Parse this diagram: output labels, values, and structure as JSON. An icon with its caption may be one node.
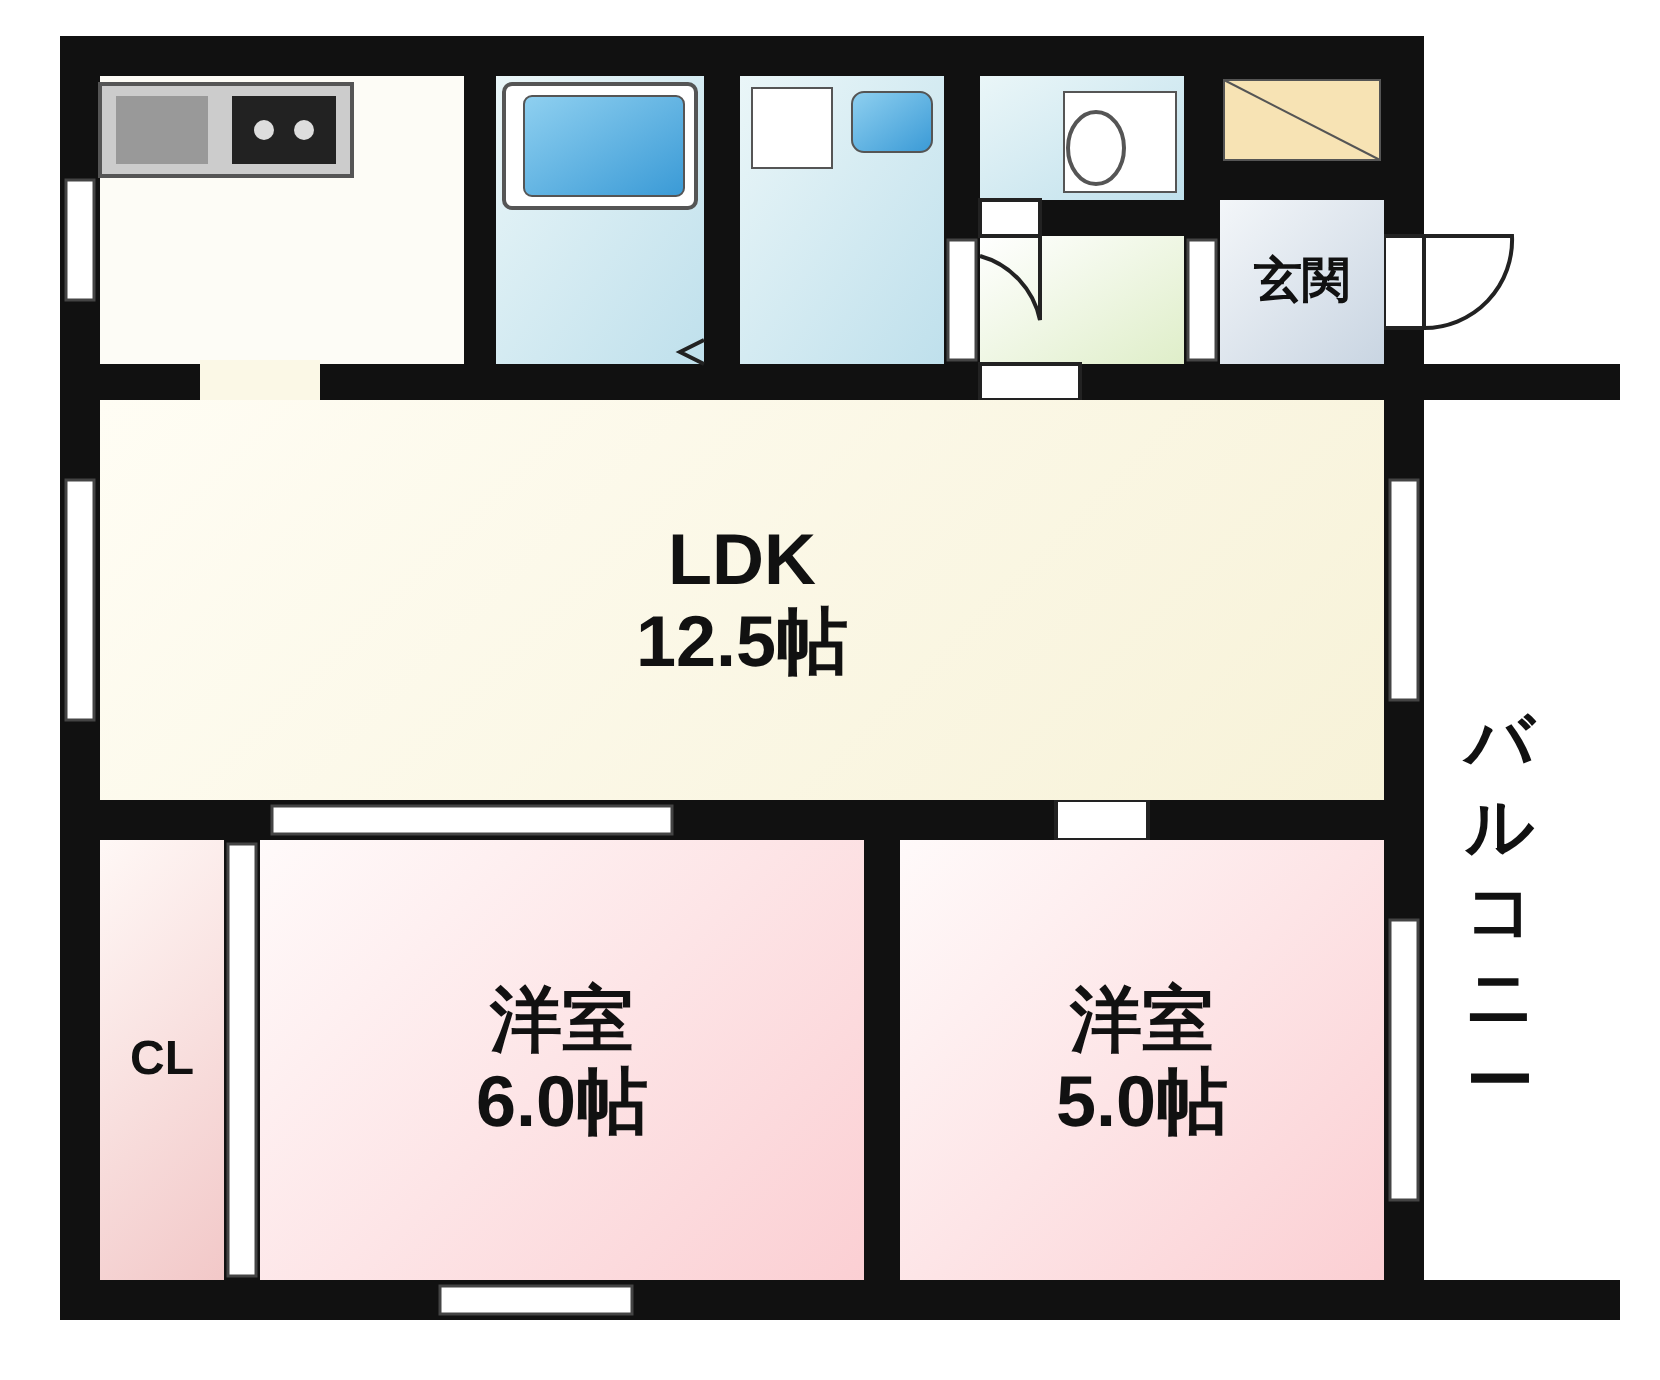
{
  "diagram": {
    "nodes": [
      {
        "text": [
          "玄関"
        ]
      },
      {
        "text": [
          "LDK",
          "12.5帖"
        ]
      },
      {
        "text": [
          "CL"
        ]
      },
      {
        "text": [
          "洋室",
          "6.0帖"
        ]
      },
      {
        "text": [
          "洋室",
          "5.0帖"
        ]
      }
    ],
    "labels": [
      "バルコニー"
    ]
  }
}
